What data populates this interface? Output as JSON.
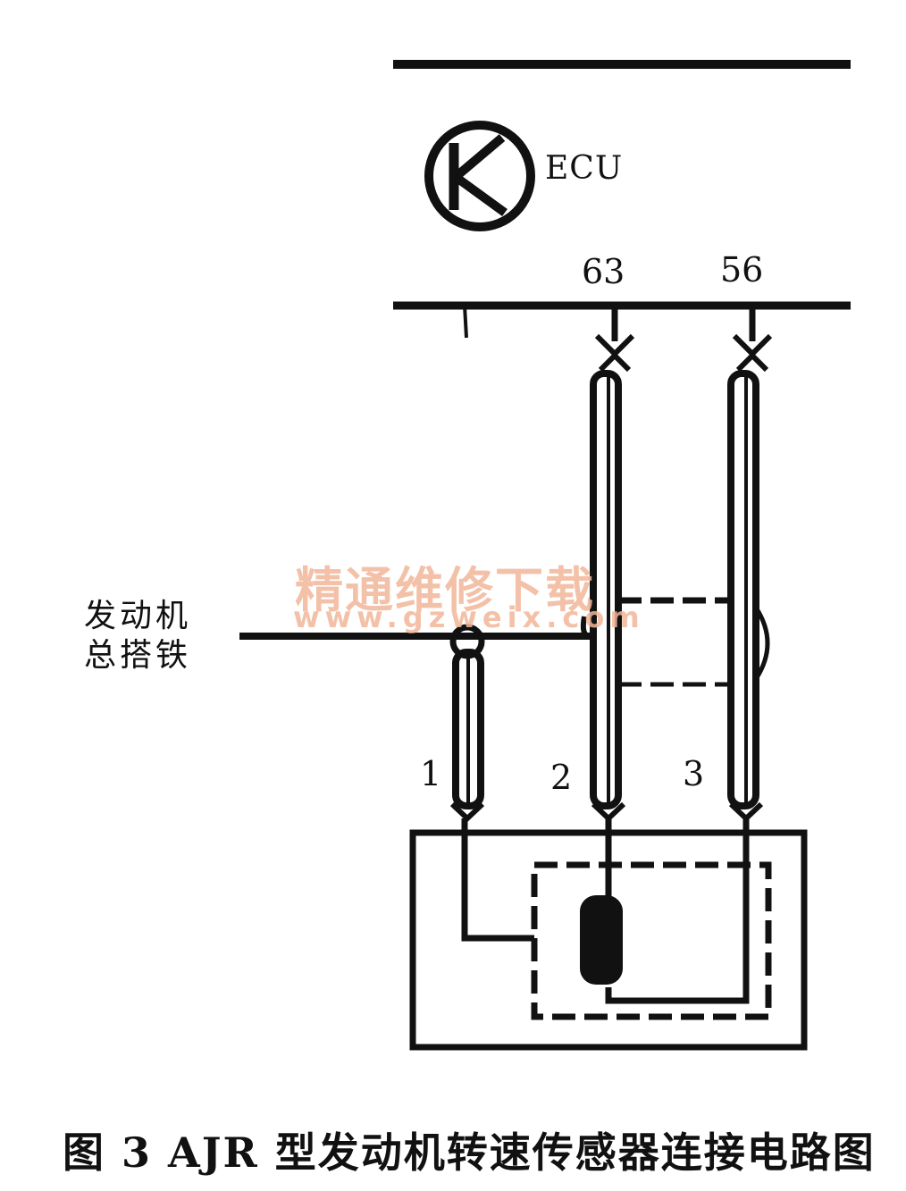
{
  "ecu": {
    "label": "ECU"
  },
  "pins": {
    "ecu_63": "63",
    "ecu_56": "56"
  },
  "sensor_terminals": {
    "t1": "1",
    "t2": "2",
    "t3": "3"
  },
  "ground": {
    "line1": "发动机",
    "line2": "总搭铁"
  },
  "watermark": {
    "title": "精通维修下载",
    "url": "www.gzweix.com"
  },
  "caption": "图 3   AJR 型发动机转速传感器连接电路图",
  "colors": {
    "ink": "#111111",
    "watermark": "#f2b79a",
    "background": "#ffffff"
  }
}
